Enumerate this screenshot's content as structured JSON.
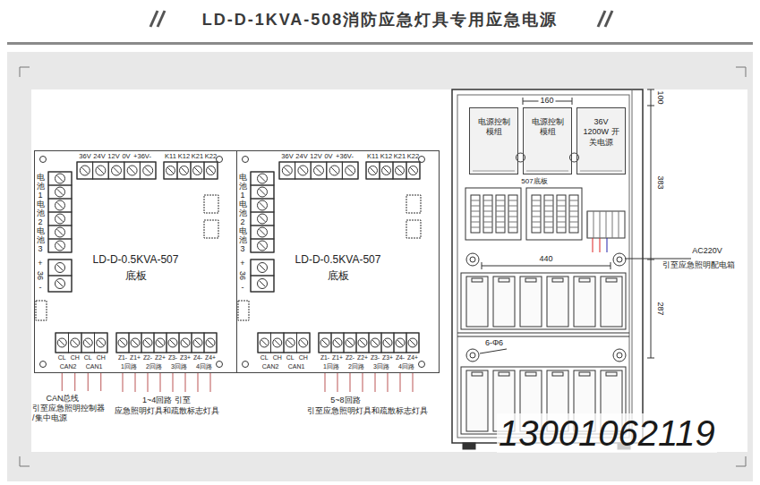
{
  "diagram": {
    "title": "LD-D-1KVA-508消防应急灯具专用应急电源",
    "nodes": [
      {
        "text": [
          "LD-D-0.5KVA-507",
          "底板"
        ]
      },
      {
        "text": [
          "LD-D-0.5KVA-507",
          "底板"
        ]
      },
      {
        "text": [
          "电源控制模组"
        ]
      },
      {
        "text": [
          "电源控制模组"
        ]
      },
      {
        "text": [
          "36V 1200W 开关电源"
        ]
      }
    ],
    "labels": [
      "36V",
      "24V",
      "12V",
      "0V",
      "+36V-",
      "K11",
      "K12",
      "K21",
      "K22",
      "电池1",
      "电池2",
      "电池3",
      "+",
      "36",
      "-",
      "CL",
      "CH",
      "CL",
      "CH",
      "CAN2",
      "CAN1",
      "Z1-",
      "Z1+",
      "Z2-",
      "Z2+",
      "Z3-",
      "Z3+",
      "Z4-",
      "Z4+",
      "1回路",
      "2回路",
      "3回路",
      "4回路",
      "CAN总线",
      "引至应急照明控制器",
      "/集中电源",
      "1~4回路 引至",
      "应急照明灯具和疏散标志灯具",
      "36V",
      "24V",
      "12V",
      "0V",
      "+36V-",
      "K11",
      "K12",
      "K21",
      "K22",
      "电池1",
      "电池2",
      "电池3",
      "+",
      "36",
      "-",
      "CL",
      "CH",
      "CL",
      "CH",
      "CAN2",
      "CAN1",
      "Z1-",
      "Z1+",
      "Z2-",
      "Z2+",
      "Z3-",
      "Z3+",
      "Z4-",
      "Z4+",
      "1回路",
      "2回路",
      "3回路",
      "4回路",
      "5~8回路",
      "引至应急照明灯具和疏散标志灯具",
      "100",
      "160",
      "507底板",
      "383",
      "440",
      "AC220V",
      "引至应急照明配电箱",
      "287",
      "6-Φ6",
      "13001062119"
    ]
  }
}
